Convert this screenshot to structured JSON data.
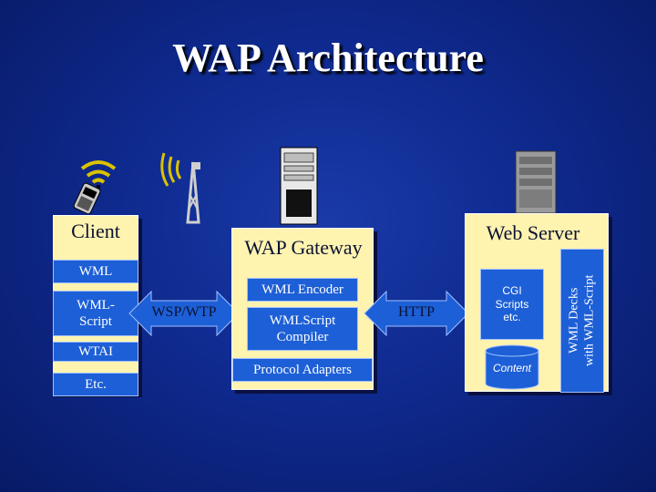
{
  "slide": {
    "title": "WAP Architecture"
  },
  "client": {
    "label": "Client",
    "items": [
      "WML",
      "WML-\nScript",
      "WTAI",
      "Etc."
    ]
  },
  "link_left": {
    "label": "WSP/WTP"
  },
  "gateway": {
    "label": "WAP Gateway",
    "items": [
      "WML Encoder",
      "WMLScript\nCompiler",
      "Protocol Adapters"
    ]
  },
  "link_right": {
    "label": "HTTP"
  },
  "server": {
    "label": "Web Server",
    "cgi": "CGI\nScripts\netc.",
    "content": "Content",
    "decks": "WML Decks\nwith WML-Script"
  },
  "icons": [
    "phone-icon",
    "antenna-tower-icon",
    "gateway-server-icon",
    "web-server-icon"
  ],
  "colors": {
    "background": "#0f2a8f",
    "panel": "#fff3b0",
    "box": "#1d5fd6"
  }
}
